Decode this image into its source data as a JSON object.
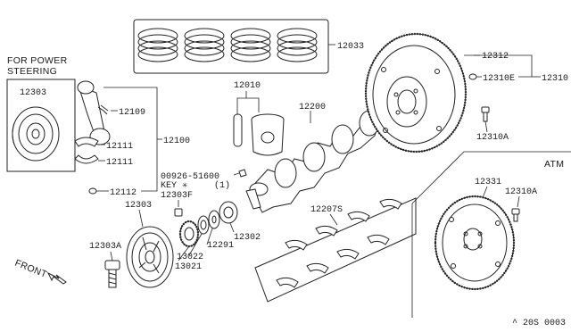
{
  "headers": {
    "power_steering_line1": "FOR POWER",
    "power_steering_line2": "STEERING",
    "atm": "ATM",
    "front": "FRONT"
  },
  "callouts": {
    "p12033": "12033",
    "p12303_ps": "12303",
    "p12109": "12109",
    "p12111_a": "12111",
    "p12111_b": "12111",
    "p12100": "12100",
    "p12112": "12112",
    "p12010": "12010",
    "p12200": "12200",
    "p12312": "12312",
    "p12310E": "12310E",
    "p12310": "12310",
    "p12310A_top": "12310A",
    "p00926": "00926-51600",
    "key_text": "KEY",
    "key_qty": "(1)",
    "p12303F": "12303F",
    "p12303": "12303",
    "p12303A": "12303A",
    "p12302": "12302",
    "p12291": "12291",
    "p13022": "13022",
    "p13021": "13021",
    "p12207S": "12207S",
    "p12331": "12331",
    "p12310A_atm": "12310A"
  },
  "diagram_code": "^ 20S 0003"
}
